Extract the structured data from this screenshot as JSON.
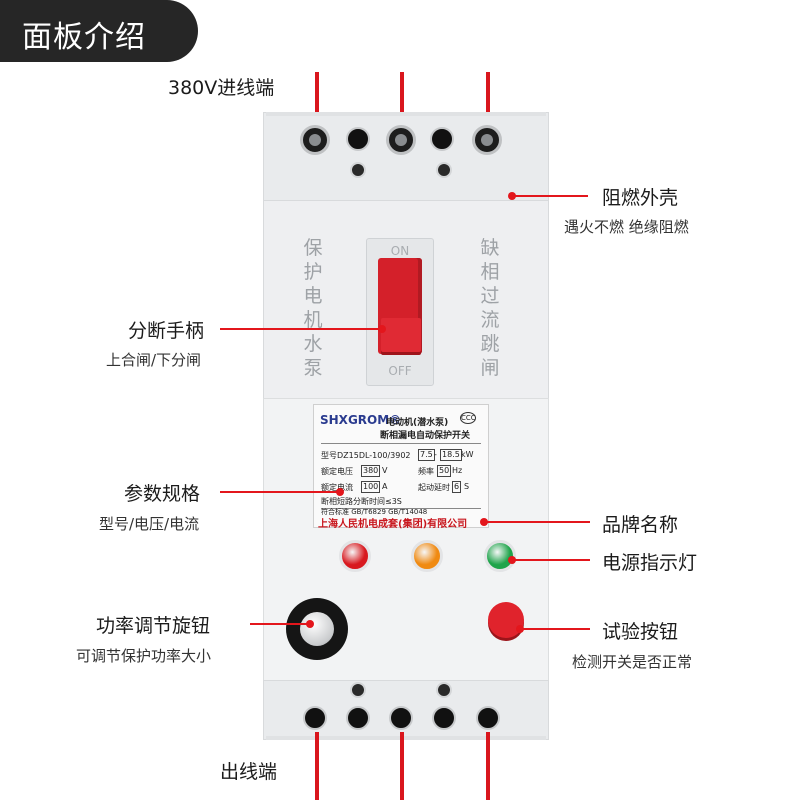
{
  "title": "面板介绍",
  "labels": {
    "input": "380V进线端",
    "output": "出线端",
    "shell": {
      "title": "阻燃外壳",
      "desc": "遇火不燃 绝缘阻燃"
    },
    "handle": {
      "title": "分断手柄",
      "desc": "上合闸/下分闸"
    },
    "spec": {
      "title": "参数规格",
      "desc": "型号/电压/电流"
    },
    "brand": {
      "title": "品牌名称"
    },
    "lamp": {
      "title": "电源指示灯"
    },
    "knob": {
      "title": "功率调节旋钮",
      "desc": "可调节保护功率大小"
    },
    "test": {
      "title": "试验按钮",
      "desc": "检测开关是否正常"
    }
  },
  "device": {
    "left_text": "保护电机水泵",
    "right_text": "缺相过流跳闸",
    "switch_on": "ON",
    "switch_off": "OFF",
    "plate": {
      "brand": "SHXGROM®",
      "heading1": "电动机(潜水泵)",
      "heading2": "断相漏电自动保护开关",
      "model_label": "型号DZ15DL-100/3902",
      "power_min": "7.5",
      "power_max": "18.5",
      "power_unit": "kW",
      "rated_voltage_label": "额定电压",
      "rated_voltage": "380",
      "voltage_unit": "V",
      "freq_label": "频率",
      "freq": "50",
      "freq_unit": "Hz",
      "rated_current_label": "额定电流",
      "rated_current": "100",
      "current_unit": "A",
      "delay_label": "起动延时",
      "delay": "6",
      "delay_unit": "S",
      "trip_text": "断相短路分断时间≤3S",
      "standard": "符合标准 GB/T6829   GB/T14048",
      "maker": "上海人民机电成套(集团)有限公司",
      "ccc": "CCC"
    },
    "lamps": [
      {
        "name": "red",
        "color": "#d8191f"
      },
      {
        "name": "orange",
        "color": "#f08a12"
      },
      {
        "name": "green",
        "color": "#1ea44a"
      }
    ]
  },
  "colors": {
    "accent": "#e3161c",
    "title_bg": "#262626"
  }
}
